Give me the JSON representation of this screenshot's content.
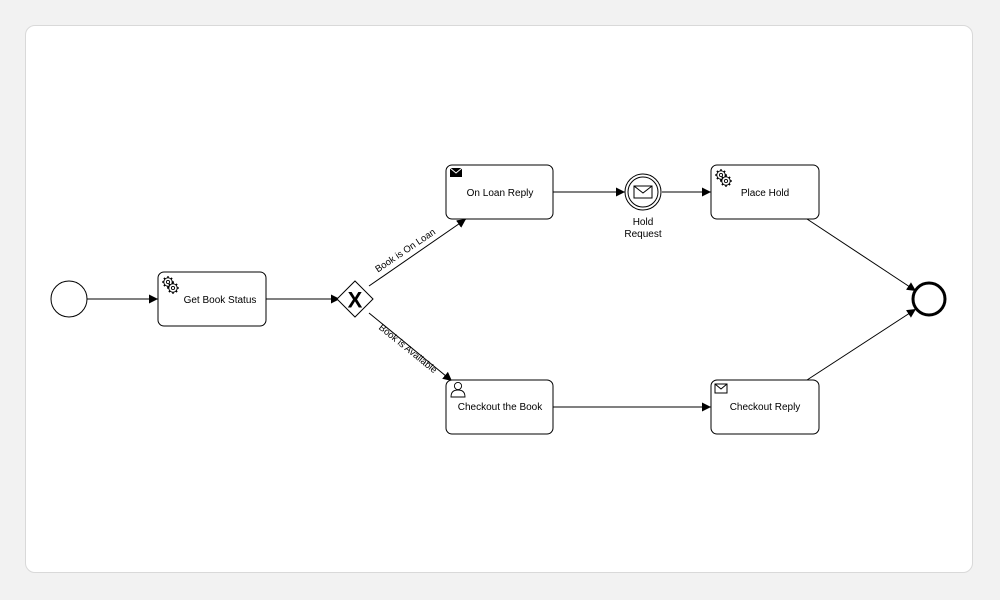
{
  "diagram": {
    "tasks": {
      "get_book_status": "Get Book Status",
      "on_loan_reply": "On Loan Reply",
      "place_hold": "Place Hold",
      "checkout_book": "Checkout the Book",
      "checkout_reply": "Checkout Reply"
    },
    "events": {
      "hold_request_line1": "Hold",
      "hold_request_line2": "Request"
    },
    "flows": {
      "on_loan": "Book is On Loan",
      "available": "Book is Available"
    },
    "gateway_symbol": "X"
  }
}
